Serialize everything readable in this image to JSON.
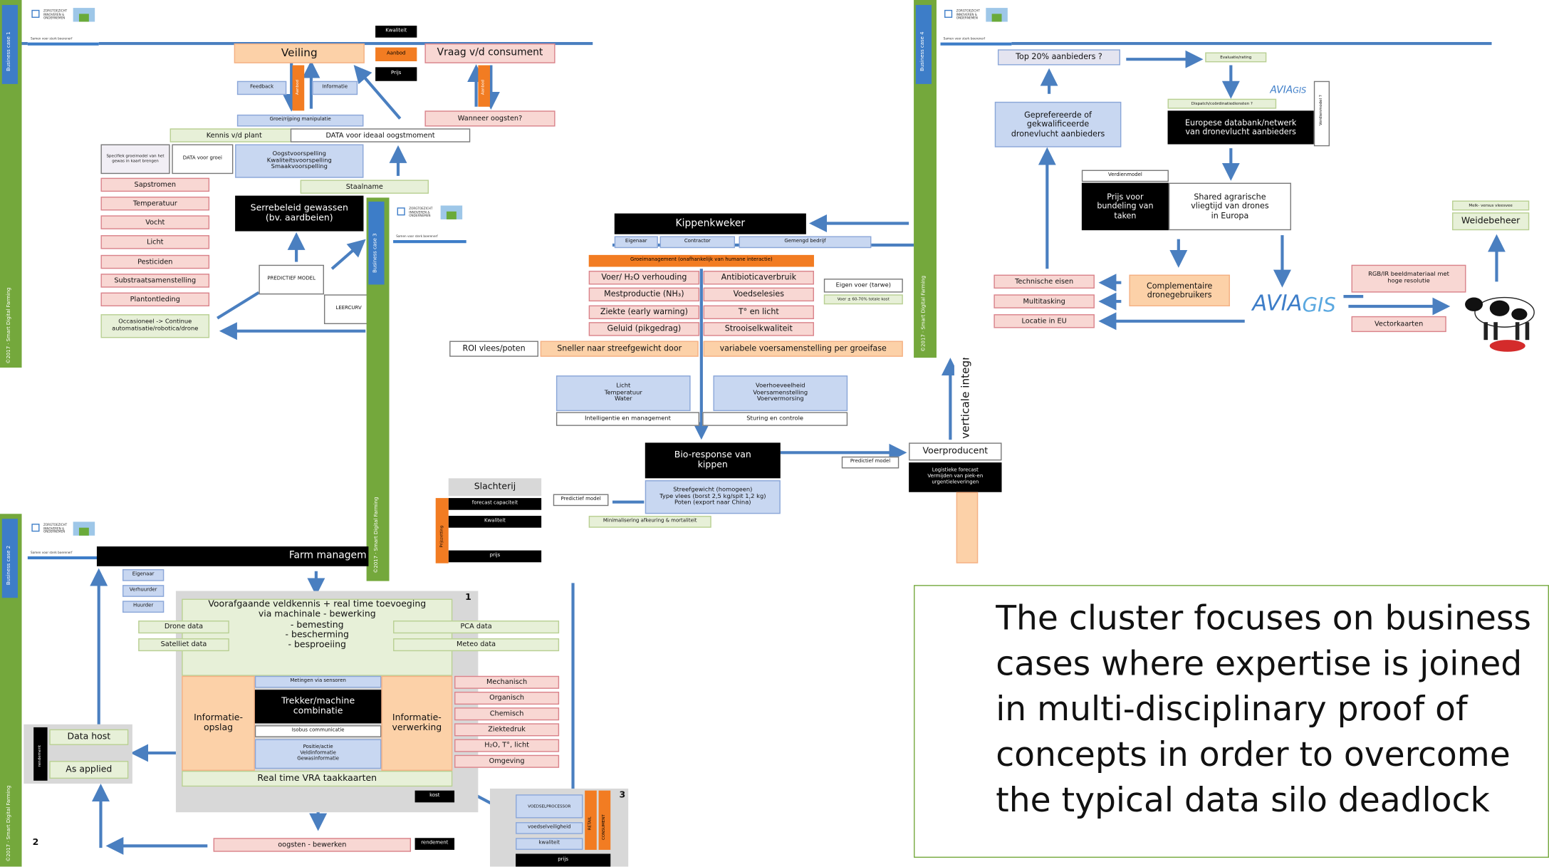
{
  "colors": {
    "green_bar": "#74a83c",
    "blue": "#3d7dc8",
    "arrow": "#4a7fc0",
    "pink": "#f8d7d3",
    "peach": "#fcd1a8",
    "orange": "#f27c22"
  },
  "logo": {
    "line1": "ZORGTOEZICHT",
    "line2": "INNOVEREN &",
    "line3": "ONDERNEMEN",
    "sub": "Samen voor sterk boerenerf"
  },
  "sidebars": {
    "bc1": "Business case 1",
    "bc2": "Business case 2",
    "bc3": "Business case 3",
    "bc4": "Business case 4",
    "sdf": "©2017 · Smart Digital Farming"
  },
  "case1": {
    "veiling": "Veiling",
    "kwaliteit": "Kwaliteit",
    "aanbod": "Aanbod",
    "prijs": "Prijs",
    "vraag": "Vraag v/d consument",
    "feedback": "Feedback",
    "aanbod_v": "Aanbod",
    "informatie": "Informatie",
    "aanbod_v2": "Aanbod",
    "wanneer": "Wanneer oogsten?",
    "groei": "Groei/rijping manipulatie",
    "kennis": "Kennis v/d plant",
    "data_ideaal": "DATA voor ideaal oogstmoment",
    "specifiek": "Specifiek groeimodel van het gewas in kaart brengen",
    "data_groei": "DATA voor groei",
    "oogst": "Oogstvoorspelling\nKwaliteitsvoorspelling\nSmaakvoorspelling",
    "staalname": "Staalname",
    "serre": "Serrebeleid gewassen\n(bv. aardbeien)",
    "list": [
      "Sapstromen",
      "Temperatuur",
      "Vocht",
      "Licht",
      "Pesticiden",
      "Substraatsamenstelling",
      "Plantontleding"
    ],
    "predictief": "PREDICTIEF MODEL",
    "leercurve": "LEERCURV",
    "occasioneel": "Occasioneel -> Continue\nautomatisatie/robotica/drone"
  },
  "case3": {
    "kippenkweker": "Kippenkweker",
    "eigenaar": "Eigenaar",
    "contractor": "Contractor",
    "gemengd": "Gemengd bedrijf",
    "groeimanagement": "Groeimanagement (onafhankelijk van humane interactie)",
    "left": [
      "Voer/ H₂O verhouding",
      "Mestproductie (NH₃)",
      "Ziekte (early warning)",
      "Geluid (pikgedrag)"
    ],
    "right": [
      "Antibioticaverbruik",
      "Voedselesies",
      "T° en licht",
      "Strooiselkwaliteit"
    ],
    "eigen_voer": "Eigen voer (tarwe)",
    "eigen_voer_sub": "Voer ± 60-70% totale kost",
    "roi": "ROI vlees/poten",
    "sneller": "Sneller naar streefgewicht door",
    "variabele": "variabele voersamenstelling per groeifase",
    "licht": "Licht\nTemperatuur\nWater",
    "voerhoeveelheid": "Voerhoeveelheid\nVoersamenstelling\nVoervermorsing",
    "intelligentie": "Intelligentie en management",
    "sturing": "Sturing en controle",
    "bio": "Bio-response van\nkippen",
    "streef": "Streefgewicht (homogeen)\nType vlees (borst 2,5 kg/spit 1,2 kg)\nPoten (export naar China)",
    "predictief1": "Predictief model",
    "predictief2": "Predictief model",
    "voerproducent": "Voerproducent",
    "logistieke": "Logistieke forecast\nVermijden van piek-en\nurgentieleveringen",
    "verticale": "verticale integr",
    "slachterij": "Slachterij",
    "forecast": "forecast capaciteit",
    "kwaliteit": "Kwaliteit",
    "prijs": "prijs",
    "minimalisering": "Minimalisering afkeuring & mortaliteit",
    "prijszetting": "Prijszetting"
  },
  "case4": {
    "top20": "Top 20% aanbieders ?",
    "evaluatie": "Evaluatie/rating",
    "geprefereerde": "Geprefereerde of\ngekwalificeerde\ndronevlucht aanbieders",
    "dispatch": "Dispatch/coördinatiediensten ?",
    "europese": "Europese databank/netwerk\nvan dronevlucht aanbieders",
    "verdienmodel_v": "Verdienmodel ?",
    "verdienmodel": "Verdienmodel",
    "prijs": "Prijs voor\nbundeling van\ntaken",
    "shared": "Shared agrarische\nvliegtijd van drones\nin Europa",
    "technische": "Technische eisen",
    "multitasking": "Multitasking",
    "locatie": "Locatie in EU",
    "complementaire": "Complementaire\ndronegebruikers",
    "avia": "AVIA",
    "gis": "GIS",
    "melk": "Melk- versus vleesvee",
    "weidebeheer": "Weidebeheer",
    "rgb": "RGB/IR beeldmateriaal met\nhoge resolutie",
    "vectorkaarten": "Vectorkaarten"
  },
  "case2": {
    "farm": "Farm managem",
    "eigenaar": "Eigenaar",
    "verhuurder": "Verhuurder",
    "huurder": "Huurder",
    "voorafgaande": "Voorafgaande veldkennis + real time toevoeging\nvia machinale  - bewerking\n- bemesting\n- bescherming\n- besproeiing",
    "num1": "1",
    "num2": "2",
    "num3": "3",
    "drone": "Drone data",
    "satelliet": "Satelliet data",
    "pca": "PCA data",
    "meteo": "Meteo data",
    "info_opslag": "Informatie-\nopslag",
    "metingen": "Metingen via sensoren",
    "trekker": "Trekker/machine\ncombinatie",
    "isobus": "Isobus communicatie",
    "positie": "Positie/actie\nVeldinformatie\nGewasinformatie",
    "info_verwerking": "Informatie-\nverwerking",
    "list": [
      "Mechanisch",
      "Organisch",
      "Chemisch",
      "Ziektedruk",
      "H₂O, T°, licht",
      "Omgeving"
    ],
    "realtime": "Real time VRA taakkaarten",
    "datahost": "Data host",
    "asapplied": "As applied",
    "rendement_v": "rendement",
    "kost": "kost",
    "oogsten": "oogsten - bewerken",
    "rendement": "rendement",
    "voedselprocessor": "VOEDSELPROCESSOR",
    "voedselveiligheid": "voedselveiligheid",
    "kwaliteit": "kwaliteit",
    "prijs": "prijs",
    "retail": "RETAIL",
    "consument": "CONSUMENT"
  },
  "caption": {
    "text": "The cluster focuses on business cases where expertise is joined in multi-disciplinary proof of concepts in order to overcome the typical data silo deadlock"
  }
}
